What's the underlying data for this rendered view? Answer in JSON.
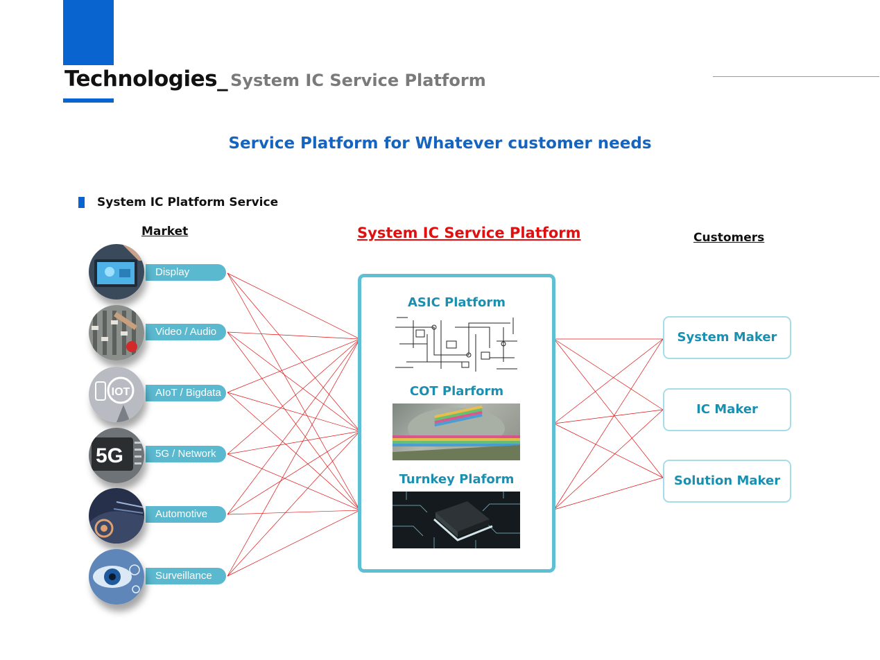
{
  "header": {
    "title": "Technologies_",
    "subtitle": "System IC Service Platform"
  },
  "headline": "Service Platform for Whatever customer needs",
  "section": {
    "title": "System IC Platform Service"
  },
  "columns": {
    "market": "Market",
    "platform": "System IC Service Platform",
    "customers": "Customers"
  },
  "markets": [
    {
      "label": "Display",
      "icon": "display-icon"
    },
    {
      "label": "Video / Audio",
      "icon": "audio-mixer-icon"
    },
    {
      "label": "AIoT / Bigdata",
      "icon": "iot-icon"
    },
    {
      "label": "5G / Network",
      "icon": "5g-chip-icon"
    },
    {
      "label": "Automotive",
      "icon": "car-icon"
    },
    {
      "label": "Surveillance",
      "icon": "eye-icon"
    }
  ],
  "platforms": [
    {
      "label": "ASIC Platform",
      "image": "circuit-schematic"
    },
    {
      "label": "COT Plarform",
      "image": "wafer"
    },
    {
      "label": "Turnkey Plaform",
      "image": "chip-on-board"
    }
  ],
  "customers": [
    {
      "label": "System Maker"
    },
    {
      "label": "IC Maker"
    },
    {
      "label": "Solution Maker"
    }
  ],
  "colors": {
    "brand_blue": "#0a64cf",
    "headline_blue": "#1565c0",
    "teal": "#5ab8cf",
    "platform_text": "#1a8fb0",
    "connector_red": "#e01010"
  }
}
